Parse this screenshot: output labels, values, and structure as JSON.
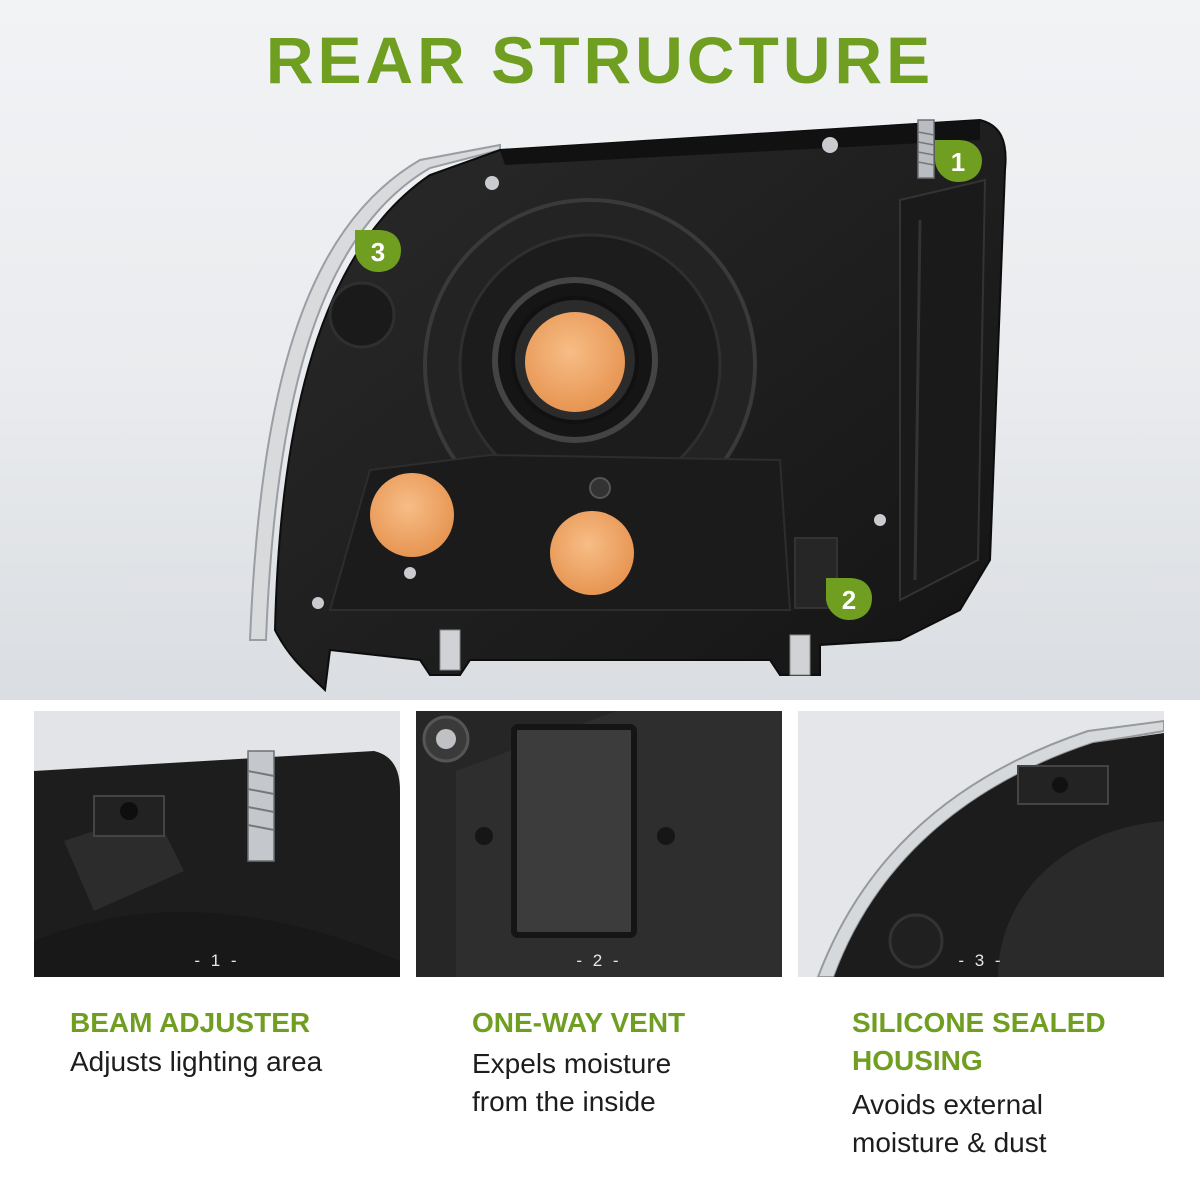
{
  "title": "REAR STRUCTURE",
  "colors": {
    "accent": "#6f9e21",
    "housing": "#1e1e1e",
    "cap": "#f3a867",
    "text": "#1d1d1d"
  },
  "markers": [
    {
      "label": "1",
      "icon": "leaf-badge-icon"
    },
    {
      "label": "2",
      "icon": "leaf-badge-icon"
    },
    {
      "label": "3",
      "icon": "leaf-badge-icon"
    }
  ],
  "panels": [
    {
      "number": "- 1 -"
    },
    {
      "number": "- 2 -"
    },
    {
      "number": "- 3 -"
    }
  ],
  "features": [
    {
      "title": "BEAM ADJUSTER",
      "description": "Adjusts lighting area"
    },
    {
      "title": "ONE-WAY VENT",
      "description": "Expels moisture\nfrom the inside"
    },
    {
      "title": "SILICONE SEALED\nHOUSING",
      "description": "Avoids external\nmoisture & dust"
    }
  ]
}
